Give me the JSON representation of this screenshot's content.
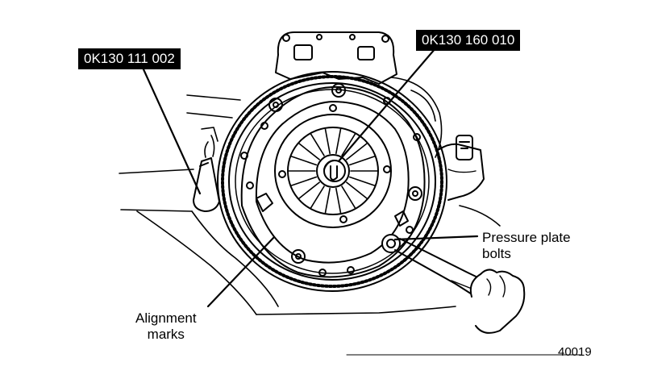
{
  "labels": {
    "tool_left": "0K130 111 002",
    "tool_top": "0K130 160 010",
    "pressure_plate_line1": "Pressure plate",
    "pressure_plate_line2": "bolts",
    "alignment_line1": "Alignment",
    "alignment_line2": "marks"
  },
  "figure_number": "40019",
  "colors": {
    "ink": "#000000",
    "paper": "#ffffff",
    "tag_background": "#000000",
    "tag_text": "#ffffff"
  }
}
